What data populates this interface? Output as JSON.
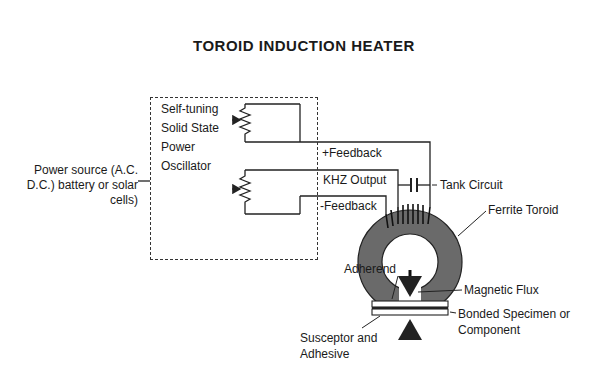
{
  "diagram": {
    "title": "TOROID INDUCTION HEATER",
    "nodes": [
      {
        "text": [
          "Self-tuning Solid State Power Oscillator"
        ]
      }
    ],
    "labels": [
      "Power source (A.C. D.C.) battery or solar cells)",
      "+Feedback",
      "KHZ Output",
      "-Feedback",
      "Tank Circuit",
      "Ferrite Toroid",
      "Adherend",
      "Magnetic Flux",
      "Susceptor and Adhesive",
      "Bonded Specimen or Component"
    ]
  }
}
